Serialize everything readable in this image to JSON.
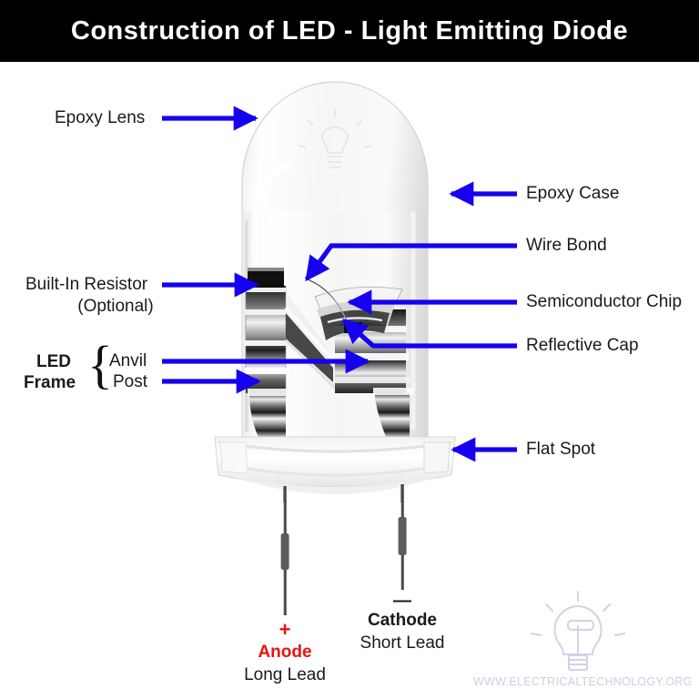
{
  "header": {
    "title": "Construction of LED - Light Emitting Diode",
    "background": "#000000",
    "text_color": "#ffffff"
  },
  "accent_color": "#1500ef",
  "labels": {
    "epoxy_lens": "Epoxy Lens",
    "built_in_resistor": "Built-In Resistor",
    "built_in_resistor_sub": "(Optional)",
    "led": "LED",
    "frame": "Frame",
    "anvil": "Anvil",
    "post": "Post",
    "epoxy_case": "Epoxy Case",
    "wire_bond": "Wire Bond",
    "semiconductor_chip": "Semiconductor Chip",
    "reflective_cap": "Reflective Cap",
    "flat_spot": "Flat Spot",
    "anode_sign": "+",
    "anode": "Anode",
    "anode_sub": "Long  Lead",
    "cathode_sign": "—",
    "cathode": "Cathode",
    "cathode_sub": "Short  Lead"
  },
  "colors": {
    "anode_text": "#e8120e",
    "cathode_text": "#111111",
    "label_text": "#1a1a1a",
    "leader_line": "#1500ef",
    "watermark": "#cfcde4"
  },
  "watermark": {
    "text": "WWW.ELECTRICALTECHNOLOGY.ORG",
    "icon": "lightbulb-icon"
  }
}
